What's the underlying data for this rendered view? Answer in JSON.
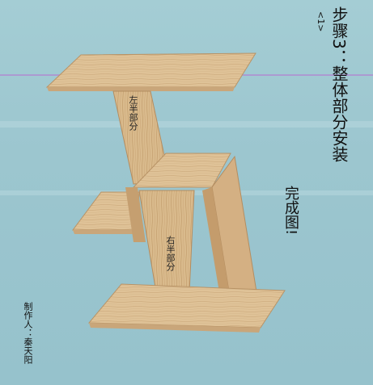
{
  "doc": {
    "step_title": "步骤3：整体部分安装",
    "step_number": "<1>",
    "caption": "完成图!",
    "author": "制作人：秦天阳",
    "left_half_label": "左半部分",
    "right_half_label": "右半部分"
  },
  "colors": {
    "background": "#9cc6cf",
    "wood_light": "#e2c79e",
    "wood_mid": "#d3b184",
    "wood_dark": "#bb9466",
    "text": "#111111"
  }
}
